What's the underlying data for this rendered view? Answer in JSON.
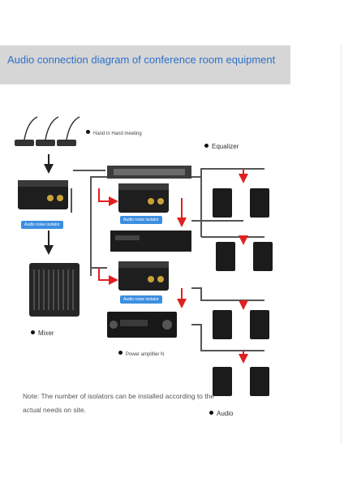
{
  "header": {
    "title": "Audio connection diagram of conference room equipment"
  },
  "labels": {
    "meeting": "Hand in Hand meeting",
    "equalizer": "Equalizer",
    "mixer": "Mixer",
    "power_amplifier": "Power amplifier N",
    "audio": "Audio"
  },
  "isolator_tags": {
    "t1": "Audio noise isolator",
    "t2": "Audio noise isolator",
    "t3": "Audio noise isolator"
  },
  "note": "Note: The number of isolators can be installed according to the actual needs on site.",
  "colors": {
    "accent": "#2f6fc8",
    "signal_arrow": "#e02020",
    "tag_blue": "#3c8fe0"
  }
}
